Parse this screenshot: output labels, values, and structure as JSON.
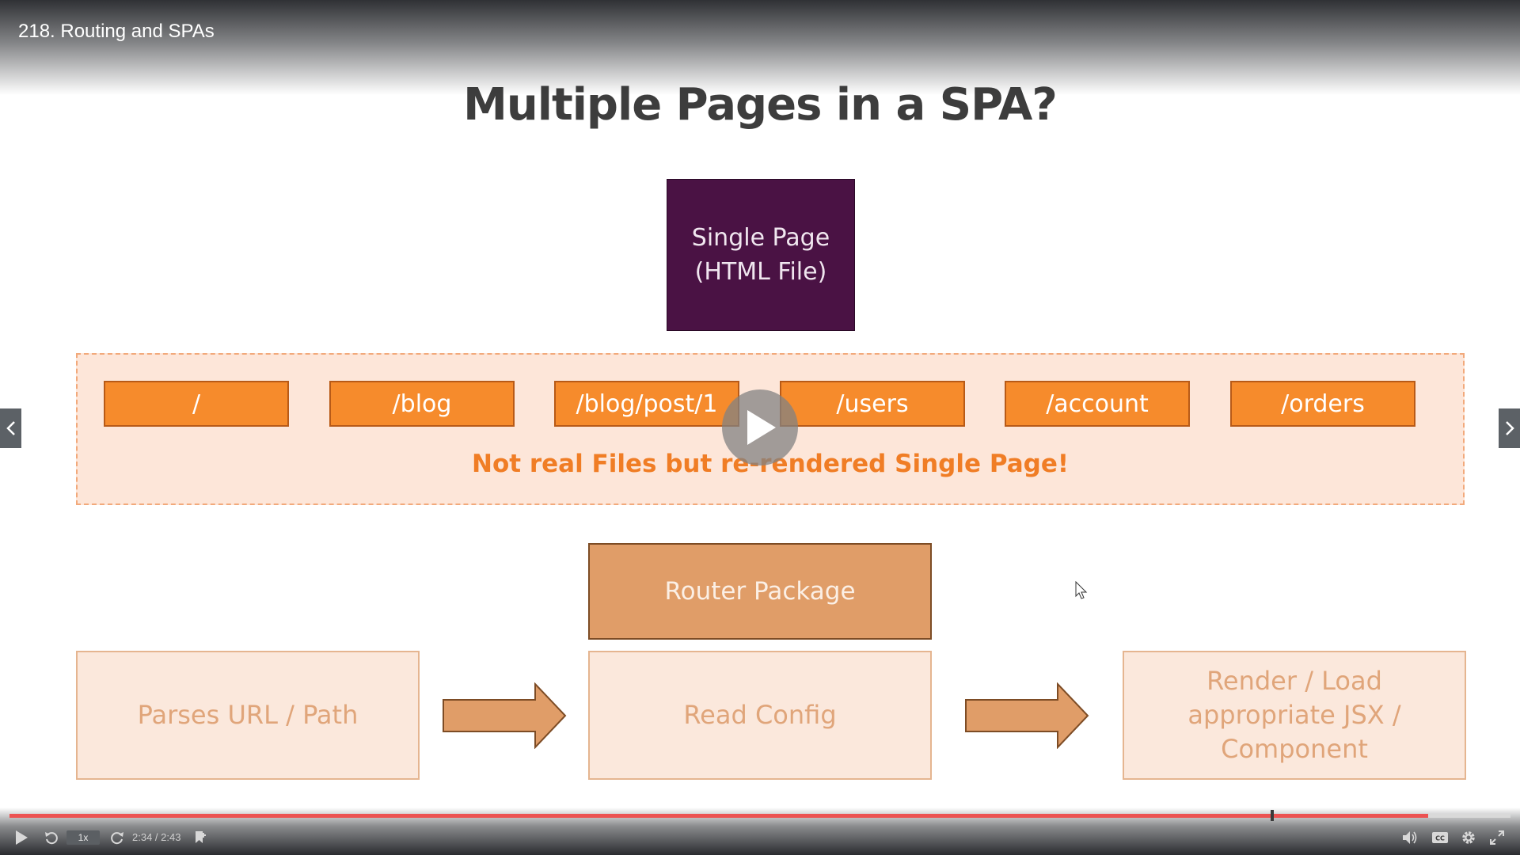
{
  "lecture": {
    "title": "218. Routing and SPAs"
  },
  "slide": {
    "title": "Multiple Pages in a SPA?",
    "single_page": {
      "line1": "Single Page",
      "line2": "(HTML File)"
    },
    "routes": [
      "/",
      "/blog",
      "/blog/post/1",
      "/users",
      "/account",
      "/orders"
    ],
    "routes_note": "Not real Files but re-rendered Single Page!",
    "router_package": "Router Package",
    "steps": {
      "parse": "Parses URL / Path",
      "read": "Read Config",
      "render_line1": "Render / Load",
      "render_line2": "appropriate JSX /",
      "render_line3": "Component"
    }
  },
  "player": {
    "speed": "1x",
    "time_display": "2:34 / 2:43",
    "progress_fraction": 0.945,
    "buffer_handle_fraction": 0.84,
    "colors": {
      "progress": "#ec5252",
      "route_fill": "#f68b2c",
      "single_page_fill": "#4a1244",
      "router_fill": "#e09d68"
    },
    "icons": {
      "play": "play-icon",
      "rewind": "rewind-icon",
      "forward": "forward-icon",
      "bookmark": "bookmark-icon",
      "volume": "volume-icon",
      "captions": "captions-icon",
      "settings": "gear-icon",
      "fullscreen": "fullscreen-icon"
    }
  }
}
